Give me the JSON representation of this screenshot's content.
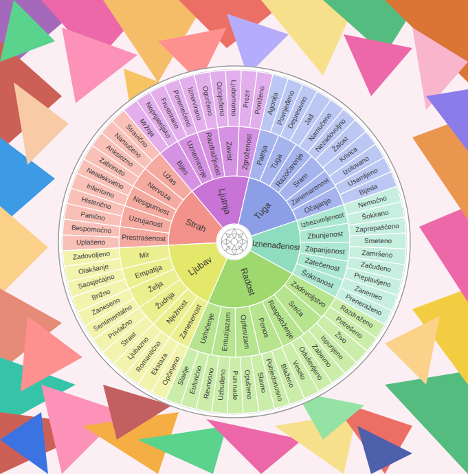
{
  "diagram": {
    "nodes": [
      {
        "text": [
          "Ljutnja"
        ]
      },
      {
        "text": [
          "Tuga"
        ]
      },
      {
        "text": [
          "Iznenađenost"
        ]
      },
      {
        "text": [
          "Radost"
        ]
      },
      {
        "text": [
          "Ljubav"
        ]
      },
      {
        "text": [
          "Strah"
        ]
      },
      {
        "text": [
          "Bijes"
        ]
      },
      {
        "text": [
          "Uznemirenje"
        ]
      },
      {
        "text": [
          "Razdražljivost"
        ]
      },
      {
        "text": [
          "Zavist"
        ]
      },
      {
        "text": [
          "Zgroženost"
        ]
      },
      {
        "text": [
          "Patnja"
        ]
      },
      {
        "text": [
          "Tuga"
        ]
      },
      {
        "text": [
          "Razočarenje"
        ]
      },
      {
        "text": [
          "Sram"
        ]
      },
      {
        "text": [
          "Zanemarenost"
        ]
      },
      {
        "text": [
          "Očajanje"
        ]
      },
      {
        "text": [
          "Izbezumljenost"
        ]
      },
      {
        "text": [
          "Zbunjenost"
        ]
      },
      {
        "text": [
          "Zapanjenost"
        ]
      },
      {
        "text": [
          "Zatečenost"
        ]
      },
      {
        "text": [
          "Šokiranost"
        ]
      },
      {
        "text": [
          "Zadovoljstvo"
        ]
      },
      {
        "text": [
          "Sreća"
        ]
      },
      {
        "text": [
          "Raspoloženje"
        ]
      },
      {
        "text": [
          "Ponos"
        ]
      },
      {
        "text": [
          "Optimizam"
        ]
      },
      {
        "text": [
          "Entuzijazam"
        ]
      },
      {
        "text": [
          "Ushićenje"
        ]
      },
      {
        "text": [
          "Zanesenost"
        ]
      },
      {
        "text": [
          "Nježnost"
        ]
      },
      {
        "text": [
          "Žudnja"
        ]
      },
      {
        "text": [
          "Želja"
        ]
      },
      {
        "text": [
          "Empatija"
        ]
      },
      {
        "text": [
          "Mir"
        ]
      },
      {
        "text": [
          "Prestrašenost"
        ]
      },
      {
        "text": [
          "Uzrujanost"
        ]
      },
      {
        "text": [
          "Nesigurnost"
        ]
      },
      {
        "text": [
          "Nervoza"
        ]
      },
      {
        "text": [
          "Užas"
        ]
      },
      {
        "text": [
          "Mržnja"
        ]
      },
      {
        "text": [
          "Neprijateljsko"
        ]
      },
      {
        "text": [
          "Frustrirano"
        ]
      },
      {
        "text": [
          "Poremećeno"
        ]
      },
      {
        "text": [
          "Iznervirano"
        ]
      },
      {
        "text": [
          "Ogorčeno"
        ]
      },
      {
        "text": [
          "Ozlojeđeno"
        ]
      },
      {
        "text": [
          "Ljubomorno"
        ]
      },
      {
        "text": [
          "Prezir"
        ]
      },
      {
        "text": [
          "Poniženo"
        ]
      },
      {
        "text": [
          "Agonija"
        ]
      },
      {
        "text": [
          "Povrijeđeno"
        ]
      },
      {
        "text": [
          "Depresivno"
        ]
      },
      {
        "text": [
          "Jad"
        ]
      },
      {
        "text": [
          "Namučeno"
        ]
      },
      {
        "text": [
          "Nezadovoljno"
        ]
      },
      {
        "text": [
          "Žalost"
        ]
      },
      {
        "text": [
          "Krivica"
        ]
      },
      {
        "text": [
          "Izolovano"
        ]
      },
      {
        "text": [
          "Usamljeno"
        ]
      },
      {
        "text": [
          "Bijeda"
        ]
      },
      {
        "text": [
          "Nemoćno"
        ]
      },
      {
        "text": [
          "Šokirano"
        ]
      },
      {
        "text": [
          "Zaprepašćeno"
        ]
      },
      {
        "text": [
          "Smeteno"
        ]
      },
      {
        "text": [
          "Zamršeno"
        ]
      },
      {
        "text": [
          "Začuđeno"
        ]
      },
      {
        "text": [
          "Preplavljeno"
        ]
      },
      {
        "text": [
          "Zanemeo"
        ]
      },
      {
        "text": [
          "Preneraženo"
        ]
      },
      {
        "text": [
          "Razdraženo"
        ]
      },
      {
        "text": [
          "Potrešeno"
        ]
      },
      {
        "text": [
          "Živo"
        ]
      },
      {
        "text": [
          "Ispunjeno"
        ]
      },
      {
        "text": [
          "Zabavno"
        ]
      },
      {
        "text": [
          "Oduševljeno"
        ]
      },
      {
        "text": [
          "Veselo"
        ]
      },
      {
        "text": [
          "Blaženo"
        ]
      },
      {
        "text": [
          "Pobjedonosno"
        ]
      },
      {
        "text": [
          "Slavno"
        ]
      },
      {
        "text": [
          "Opušteno"
        ]
      },
      {
        "text": [
          "Pun nade"
        ]
      },
      {
        "text": [
          "Uzbuđeno"
        ]
      },
      {
        "text": [
          "Revnosno"
        ]
      },
      {
        "text": [
          "Euforično"
        ]
      },
      {
        "text": [
          "Slavlje"
        ]
      },
      {
        "text": [
          "Opčinjeno"
        ]
      },
      {
        "text": [
          "Ekstaza"
        ]
      },
      {
        "text": [
          "Romantično"
        ]
      },
      {
        "text": [
          "Ljubazno"
        ]
      },
      {
        "text": [
          "Strast"
        ]
      },
      {
        "text": [
          "Privlačno"
        ]
      },
      {
        "text": [
          "Sentimentalno"
        ]
      },
      {
        "text": [
          "Zaneseno"
        ]
      },
      {
        "text": [
          "Brižno"
        ]
      },
      {
        "text": [
          "Saosjećajno"
        ]
      },
      {
        "text": [
          "Olakšanje"
        ]
      },
      {
        "text": [
          "Zadovoljeno"
        ]
      },
      {
        "text": [
          "Uplašeno"
        ]
      },
      {
        "text": [
          "Bespomoćno"
        ]
      },
      {
        "text": [
          "Panično"
        ]
      },
      {
        "text": [
          "Histerično"
        ]
      },
      {
        "text": [
          "Inferiorno"
        ]
      },
      {
        "text": [
          "Neadekvatno"
        ]
      },
      {
        "text": [
          "Zabrinuto"
        ]
      },
      {
        "text": [
          "Anksiozno"
        ]
      },
      {
        "text": [
          "Namučeno"
        ]
      },
      {
        "text": [
          "Stravično"
        ]
      }
    ]
  }
}
